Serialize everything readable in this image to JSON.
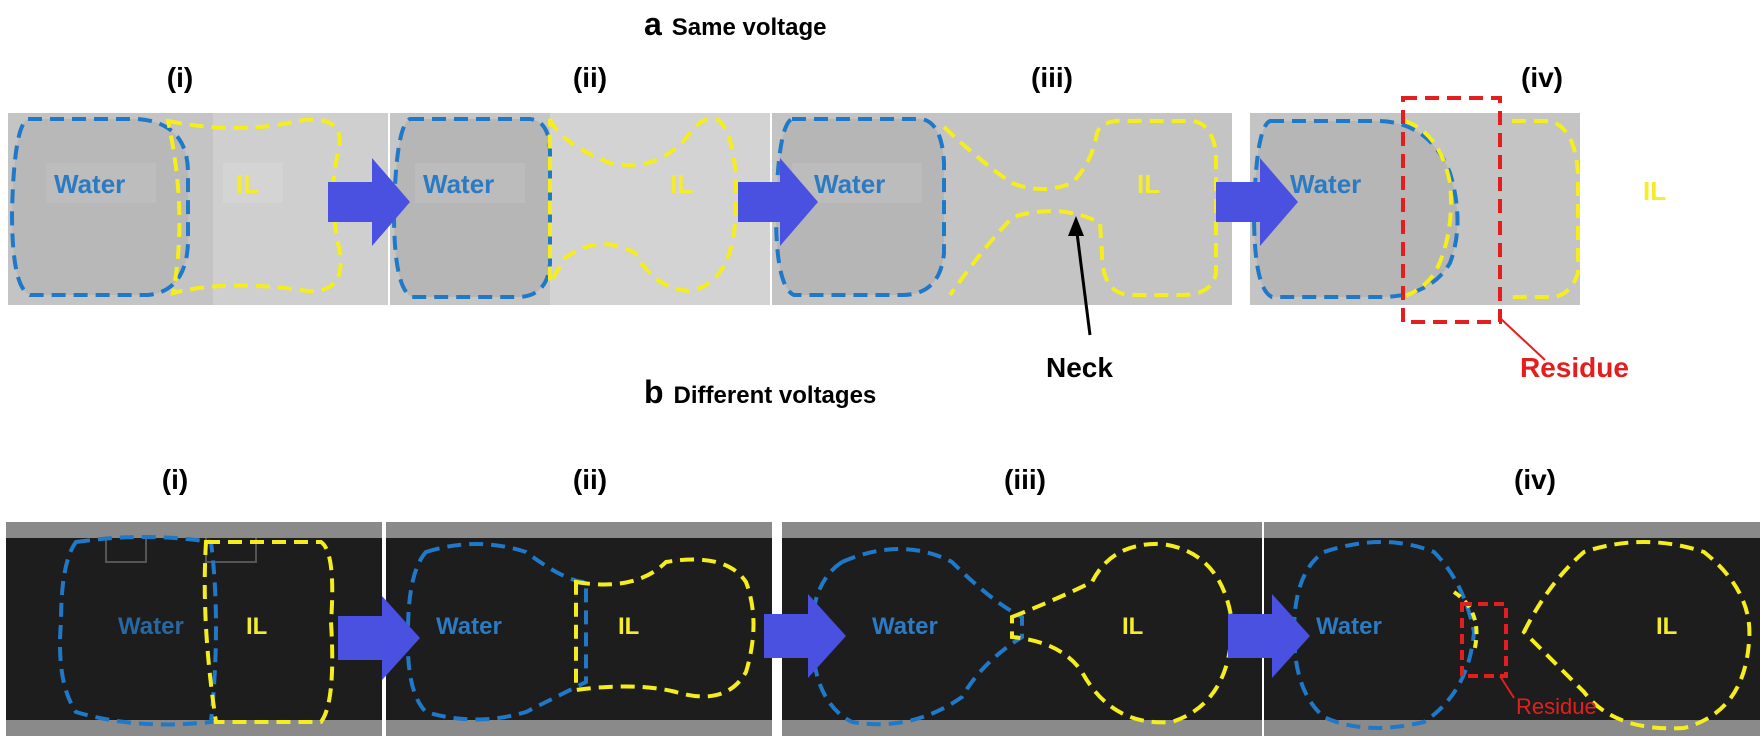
{
  "section_a": {
    "letter": "a",
    "title": "Same voltage"
  },
  "section_b": {
    "letter": "b",
    "title": "Different voltages"
  },
  "panels_a": [
    "(i)",
    "(ii)",
    "(iii)",
    "(iv)"
  ],
  "panels_b": [
    "(i)",
    "(ii)",
    "(iii)",
    "(iv)"
  ],
  "labels": {
    "water": "Water",
    "il": "IL",
    "neck": "Neck",
    "residue": "Residue"
  },
  "colors": {
    "water": "#1f78c8",
    "il": "#f5ee1c",
    "arrow": "#4a50e0",
    "residue": "#e41e1e",
    "panel_a_bg": "#bdbdbd",
    "panel_b_bg": "#1d1d1d"
  }
}
